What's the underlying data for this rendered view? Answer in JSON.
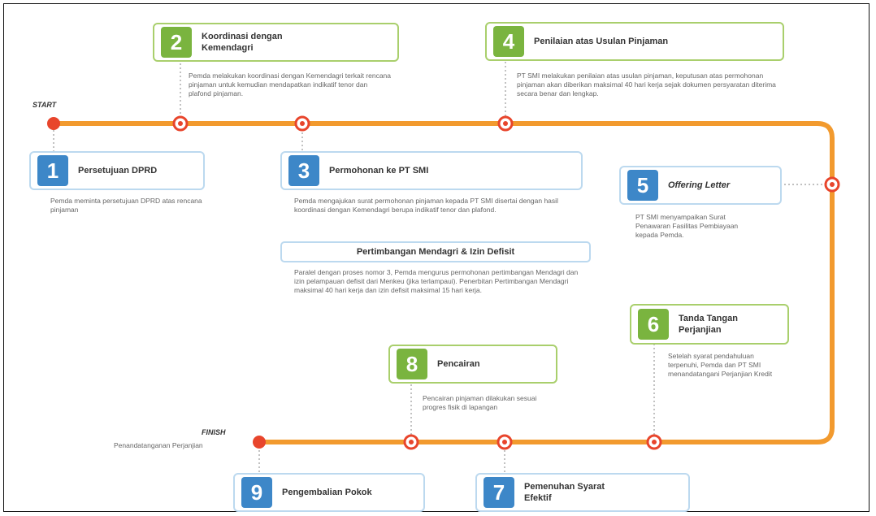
{
  "labels": {
    "start": "START",
    "finish": "FINISH",
    "finish_sub": "Penandatanganan Perjanjian"
  },
  "steps": {
    "s1": {
      "num": "1",
      "title": "Persetujuan DPRD",
      "desc": "Pemda meminta persetujuan DPRD atas rencana pinjaman"
    },
    "s2": {
      "num": "2",
      "title": "Koordinasi dengan Kemendagri",
      "desc": "Pemda melakukan koordinasi dengan Kemendagri terkait rencana pinjaman untuk kemudian mendapatkan indikatif tenor dan plafond pinjaman."
    },
    "s3": {
      "num": "3",
      "title": "Permohonan ke PT SMI",
      "desc": "Pemda mengajukan surat permohonan pinjaman kepada PT SMI disertai dengan hasil koordinasi dengan Kemendagri berupa indikatif tenor dan plafond."
    },
    "s4": {
      "num": "4",
      "title": "Penilaian atas Usulan Pinjaman",
      "desc": "PT SMI melakukan penilaian atas usulan pinjaman, keputusan atas permohonan pinjaman akan diberikan maksimal 40 hari kerja sejak dokumen persyaratan diterima secara benar dan lengkap."
    },
    "s5": {
      "num": "5",
      "title": "Offering Letter",
      "desc": "PT SMI menyampaikan Surat Penawaran Fasilitas Pembiayaan kepada Pemda."
    },
    "s6": {
      "num": "6",
      "title": "Tanda Tangan Perjanjian",
      "desc": "Setelah syarat pendahuluan terpenuhi, Pemda dan PT SMI menandatangani Perjanjian Kredit"
    },
    "s7": {
      "num": "7",
      "title": "Pemenuhan Syarat Efektif",
      "desc": ""
    },
    "s8": {
      "num": "8",
      "title": "Pencairan",
      "desc": "Pencairan pinjaman dilakukan sesuai progres fisik di lapangan"
    },
    "s9": {
      "num": "9",
      "title": "Pengembalian Pokok",
      "desc": ""
    }
  },
  "banner": {
    "title": "Pertimbangan Mendagri & Izin Defisit",
    "desc": "Paralel dengan proses nomor 3, Pemda mengurus permohonan pertimbangan Mendagri dan izin pelampauan defisit dari Menkeu (jika terlampaui). Penerbitan Pertimbangan Mendagri maksimal 40 hari kerja dan izin defisit maksimal 15 hari kerja."
  },
  "colors": {
    "track": "#f29a2e",
    "marker": "#e8452c",
    "blue": "#3d87c8",
    "green": "#7ab43f",
    "blue_border": "#bcd9ef",
    "green_border": "#a9cf6c"
  }
}
